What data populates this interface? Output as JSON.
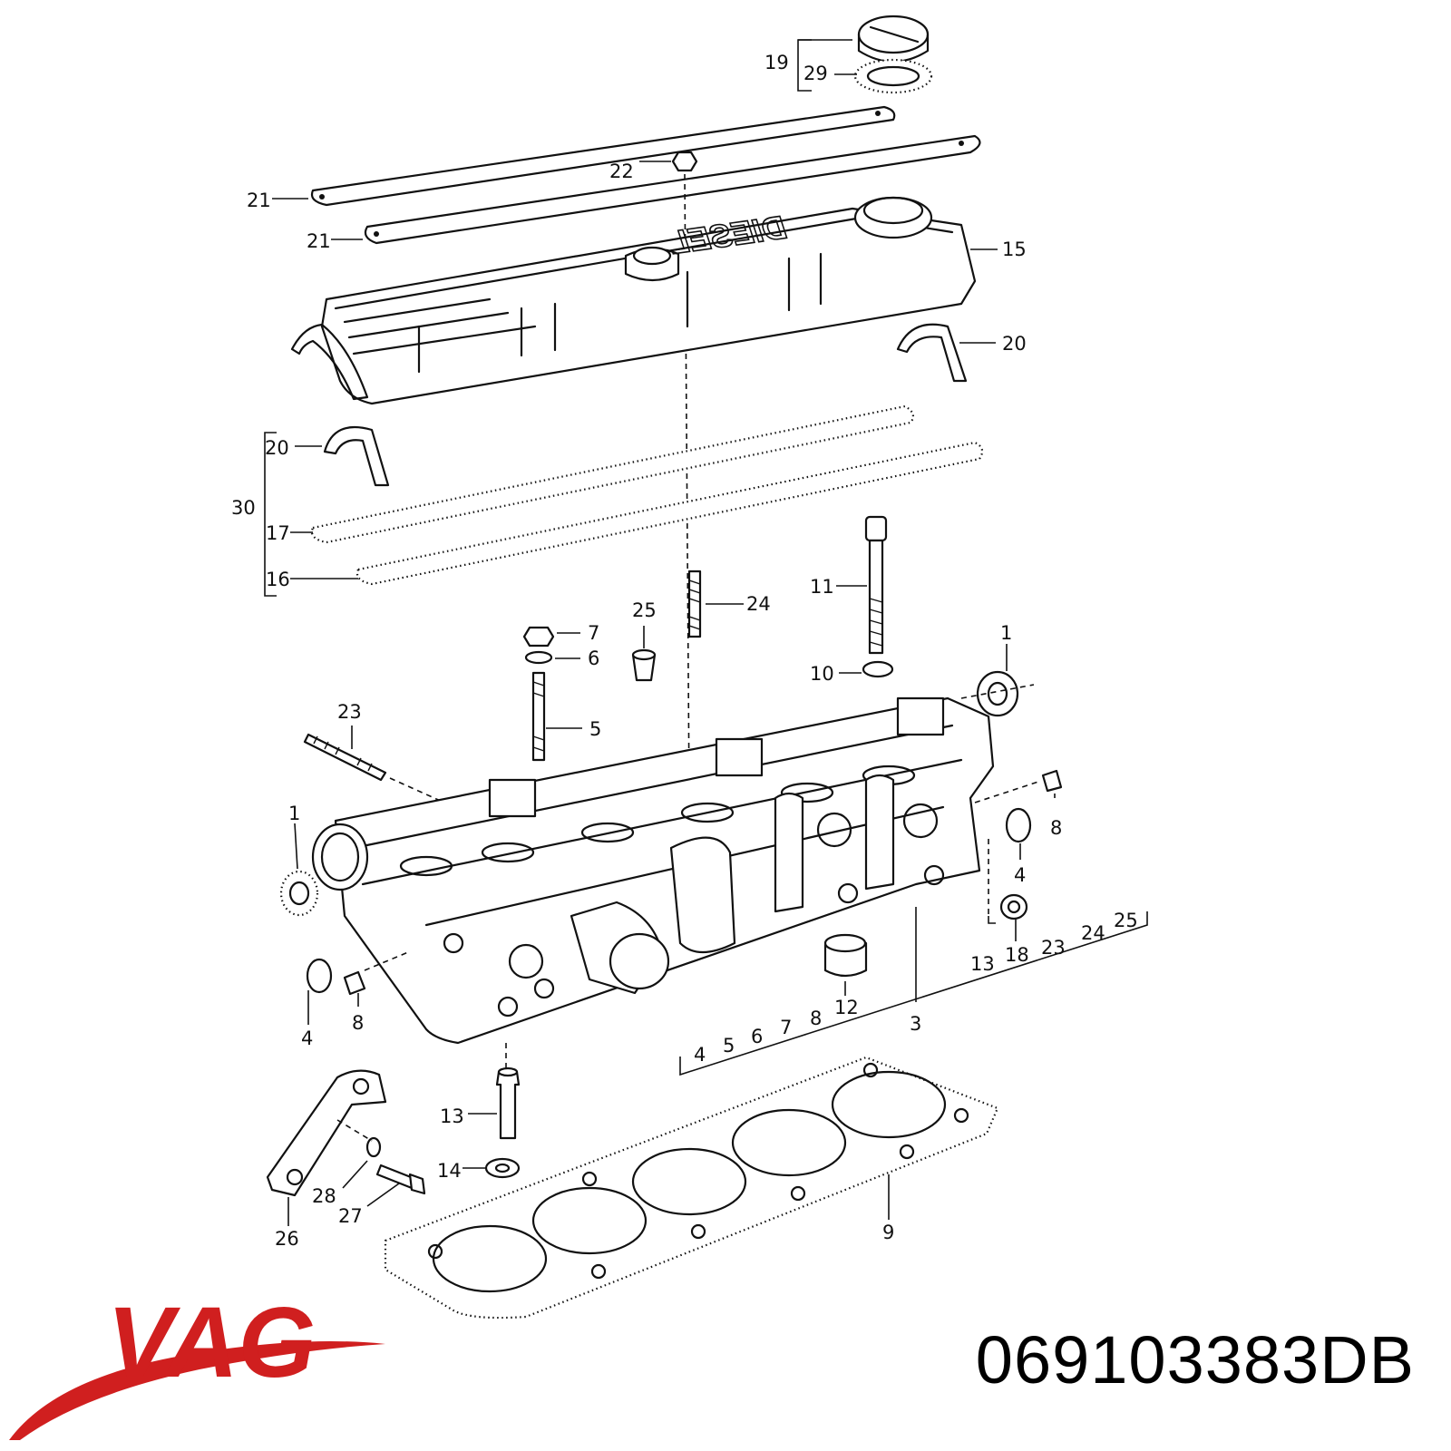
{
  "brand": {
    "name": "VAG",
    "color": "#d01f1f"
  },
  "part_number": "069103383DB",
  "cover_lettering": "DIESEL",
  "callouts": [
    {
      "id": "c19",
      "text": "19"
    },
    {
      "id": "c29",
      "text": "29"
    },
    {
      "id": "c22",
      "text": "22"
    },
    {
      "id": "c21a",
      "text": "21"
    },
    {
      "id": "c21b",
      "text": "21"
    },
    {
      "id": "c15",
      "text": "15"
    },
    {
      "id": "c20a",
      "text": "20"
    },
    {
      "id": "c20b",
      "text": "20"
    },
    {
      "id": "c30",
      "text": "30"
    },
    {
      "id": "c17",
      "text": "17"
    },
    {
      "id": "c16",
      "text": "16"
    },
    {
      "id": "c24",
      "text": "24"
    },
    {
      "id": "c11",
      "text": "11"
    },
    {
      "id": "c25",
      "text": "25"
    },
    {
      "id": "c7",
      "text": "7"
    },
    {
      "id": "c6",
      "text": "6"
    },
    {
      "id": "c10",
      "text": "10"
    },
    {
      "id": "c1a",
      "text": "1"
    },
    {
      "id": "c23",
      "text": "23"
    },
    {
      "id": "c5",
      "text": "5"
    },
    {
      "id": "c1b",
      "text": "1"
    },
    {
      "id": "c8a",
      "text": "8"
    },
    {
      "id": "c4a",
      "text": "4"
    },
    {
      "id": "c25b",
      "text": "25"
    },
    {
      "id": "c24b",
      "text": "24"
    },
    {
      "id": "c23b",
      "text": "23"
    },
    {
      "id": "c18",
      "text": "18"
    },
    {
      "id": "c13a",
      "text": "13"
    },
    {
      "id": "c12",
      "text": "12"
    },
    {
      "id": "c3",
      "text": "3"
    },
    {
      "id": "c8b",
      "text": "8"
    },
    {
      "id": "c7b",
      "text": "7"
    },
    {
      "id": "c6b",
      "text": "6"
    },
    {
      "id": "c5b",
      "text": "5"
    },
    {
      "id": "c4b",
      "text": "4"
    },
    {
      "id": "c4c",
      "text": "4"
    },
    {
      "id": "c8c",
      "text": "8"
    },
    {
      "id": "c13b",
      "text": "13"
    },
    {
      "id": "c14",
      "text": "14"
    },
    {
      "id": "c28",
      "text": "28"
    },
    {
      "id": "c27",
      "text": "27"
    },
    {
      "id": "c26",
      "text": "26"
    },
    {
      "id": "c9",
      "text": "9"
    }
  ]
}
